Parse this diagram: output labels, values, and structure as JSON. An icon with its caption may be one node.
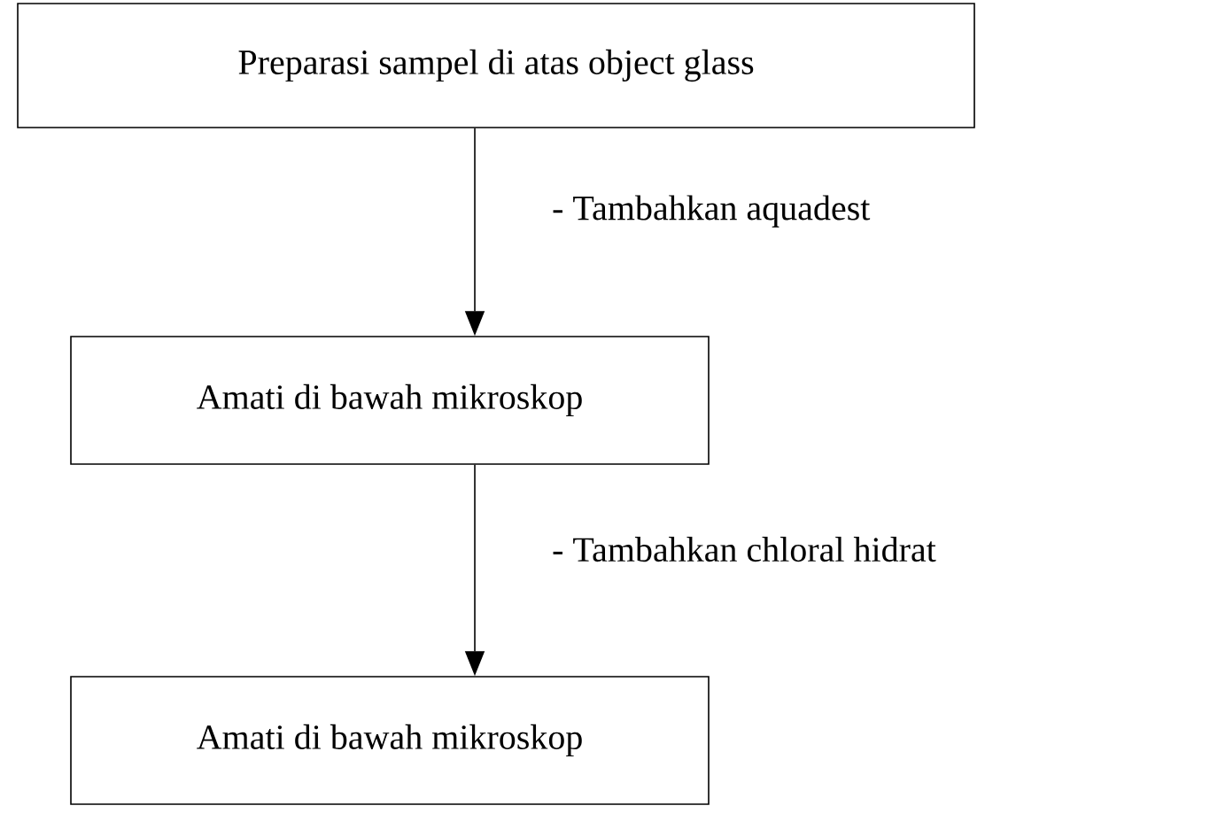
{
  "diagram": {
    "nodes": [
      {
        "text": [
          "Preparasi sampel di atas object glass"
        ]
      },
      {
        "text": [
          "Amati di bawah mikroskop"
        ]
      },
      {
        "text": [
          "Amati di bawah mikroskop"
        ]
      }
    ],
    "edges": [
      {
        "from": 0,
        "to": 1,
        "arrow": "to",
        "label": "- Tambahkan aquadest"
      },
      {
        "from": 1,
        "to": 2,
        "arrow": "to",
        "label": "- Tambahkan chloral hidrat"
      }
    ]
  }
}
